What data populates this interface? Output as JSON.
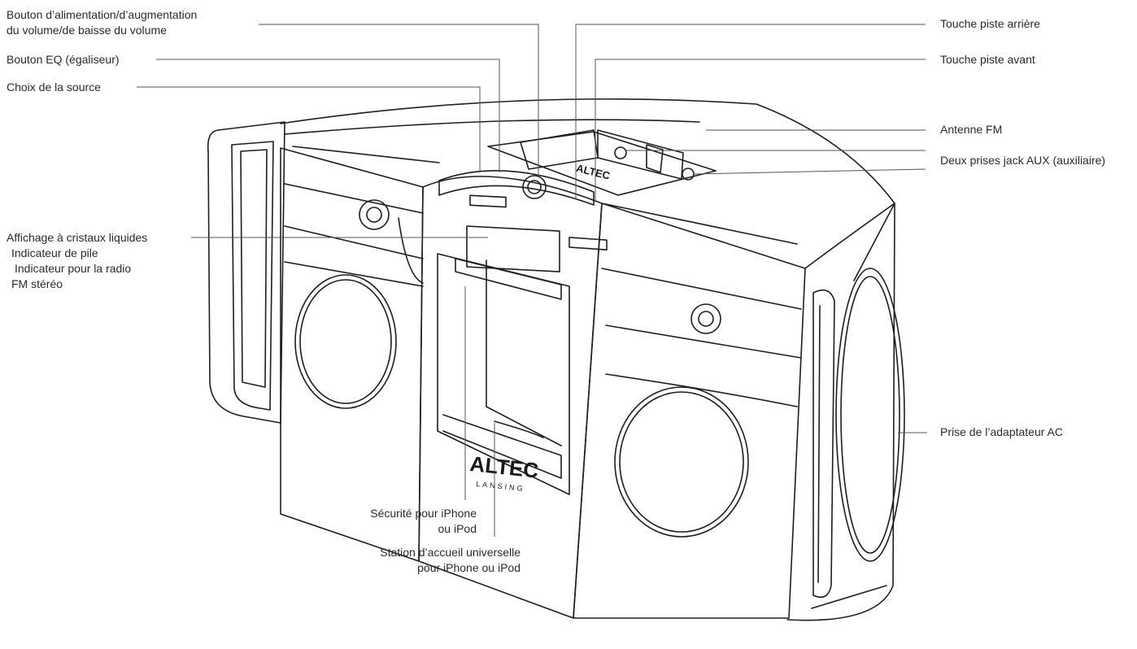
{
  "labels": {
    "power_volume": {
      "line1": "Bouton d’alimentation/d’augmentation",
      "line2": "du volume/de baisse du volume"
    },
    "eq_button": "Bouton EQ (égaliseur)",
    "source_select": "Choix de la source",
    "lcd": {
      "line1": "Affichage à cristaux liquides",
      "line2": "Indicateur de pile",
      "line3": "Indicateur pour la radio",
      "line4": "FM stéréo"
    },
    "track_back": "Touche piste arrière",
    "track_forward": "Touche piste avant",
    "fm_antenna": "Antenne FM",
    "aux_jacks": "Deux prises jack AUX (auxiliaire)",
    "ac_adapter": "Prise de l’adaptateur AC",
    "iphone_security": {
      "line1": "Sécurité pour iPhone",
      "line2": "ou iPod"
    },
    "dock_station": {
      "line1": "Station d’accueil universelle",
      "line2": "pour iPhone ou iPod"
    }
  },
  "device": {
    "brand_front": "ALTEC",
    "brand_sub": "LANSING",
    "brand_top": "ALTEC"
  },
  "colors": {
    "stroke": "#1e1e1e",
    "leader": "#555555",
    "text": "#2a2a2a"
  }
}
